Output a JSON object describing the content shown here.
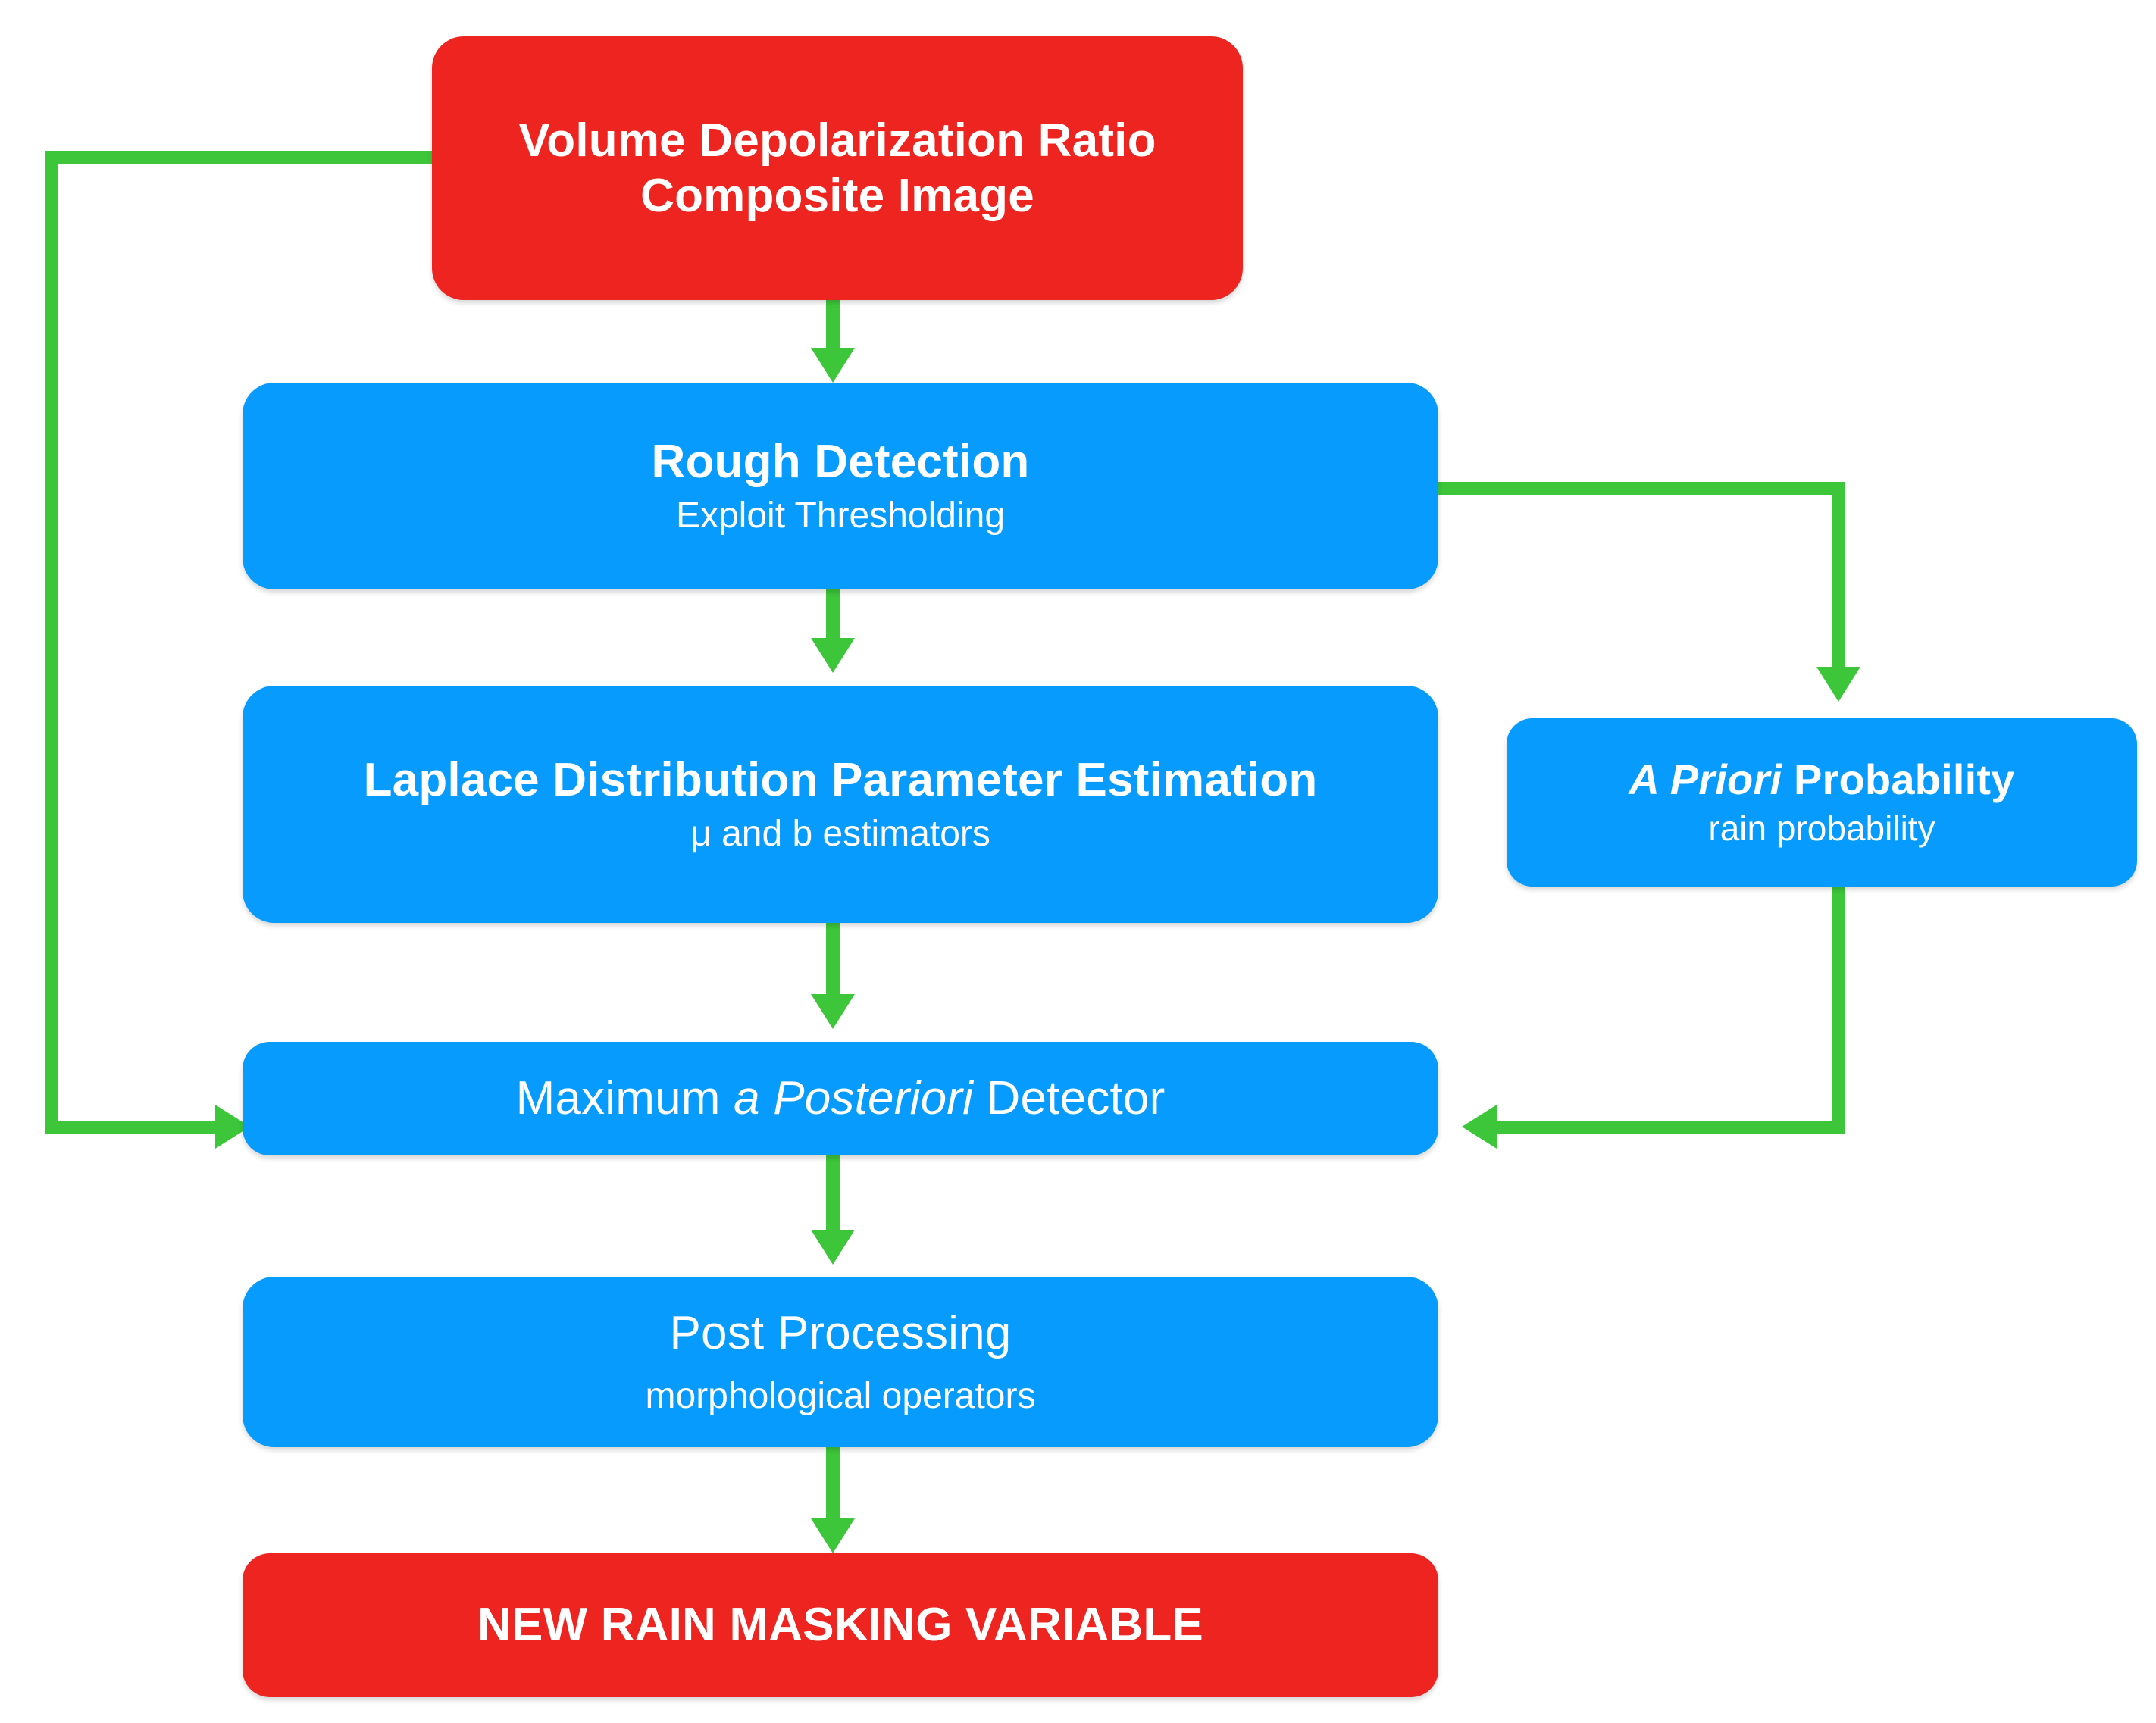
{
  "diagram": {
    "title_semantics": "rain-masking-detection-flowchart",
    "colors": {
      "source_box": "#ED2420",
      "process_box": "#069BFD",
      "output_box": "#ED2420",
      "connector": "#3DC63A",
      "text": "#FFFFFF",
      "background": "#FFFFFF"
    },
    "nodes": [
      {
        "id": "volume-depolarization-ratio-composite-image",
        "kind": "source",
        "title_line1": "Volume Depolarization Ratio",
        "title_line2": "Composite  Image",
        "subtitle": ""
      },
      {
        "id": "rough-detection",
        "kind": "process",
        "title": "Rough Detection",
        "subtitle": "Exploit Thresholding"
      },
      {
        "id": "laplace-distribution-parameter-estimation",
        "kind": "process",
        "title": "Laplace Distribution Parameter Estimation",
        "subtitle": "μ and b estimators"
      },
      {
        "id": "a-priori-probability",
        "kind": "process",
        "title_italic": "A Priori",
        "title_rest": " Probability",
        "subtitle": "rain probability"
      },
      {
        "id": "maximum-a-posteriori-detector",
        "kind": "process",
        "title_pre": "Maximum ",
        "title_italic": "a Posteriori",
        "title_post": " Detector",
        "subtitle": ""
      },
      {
        "id": "post-processing",
        "kind": "process",
        "title": "Post  Processing",
        "subtitle": "morphological operators"
      },
      {
        "id": "new-rain-masking-variable",
        "kind": "output",
        "title": "NEW RAIN MASKING VARIABLE",
        "subtitle": ""
      }
    ],
    "edges": [
      {
        "id": "edge-source-to-rough-detection",
        "from": "volume-depolarization-ratio-composite-image",
        "to": "rough-detection",
        "style": "straight-down"
      },
      {
        "id": "edge-source-to-map-detector",
        "from": "volume-depolarization-ratio-composite-image",
        "to": "maximum-a-posteriori-detector",
        "style": "left-bypass"
      },
      {
        "id": "edge-rough-detection-to-laplace",
        "from": "rough-detection",
        "to": "laplace-distribution-parameter-estimation",
        "style": "straight-down"
      },
      {
        "id": "edge-rough-detection-to-a-priori",
        "from": "rough-detection",
        "to": "a-priori-probability",
        "style": "right-elbow"
      },
      {
        "id": "edge-laplace-to-map-detector",
        "from": "laplace-distribution-parameter-estimation",
        "to": "maximum-a-posteriori-detector",
        "style": "straight-down"
      },
      {
        "id": "edge-a-priori-to-map-detector",
        "from": "a-priori-probability",
        "to": "maximum-a-posteriori-detector",
        "style": "right-elbow-back"
      },
      {
        "id": "edge-map-detector-to-post-processing",
        "from": "maximum-a-posteriori-detector",
        "to": "post-processing",
        "style": "straight-down"
      },
      {
        "id": "edge-post-processing-to-output",
        "from": "post-processing",
        "to": "new-rain-masking-variable",
        "style": "straight-down"
      }
    ]
  }
}
